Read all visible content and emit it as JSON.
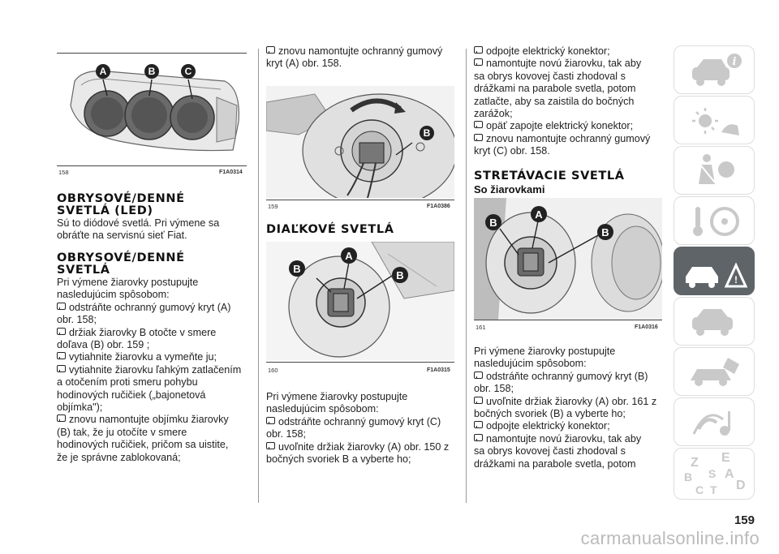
{
  "page_number": "159",
  "watermark": "carmanualsonline.info",
  "figures": {
    "f158": {
      "num": "158",
      "code": "F1A0314",
      "labels": [
        "A",
        "B",
        "C"
      ]
    },
    "f159": {
      "num": "159",
      "code": "F1A0386",
      "labels": [
        "B"
      ]
    },
    "f160": {
      "num": "160",
      "code": "F1A0315",
      "labels": [
        "B",
        "A",
        "B"
      ]
    },
    "f161": {
      "num": "161",
      "code": "F1A0316",
      "labels": [
        "B",
        "A",
        "B"
      ]
    }
  },
  "col1": {
    "h1": [
      "OBRYSOVÉ/DENNÉ",
      "SVETLÁ (LED)"
    ],
    "p1": [
      "Sú to diódové svetlá. Pri výmene sa",
      "obráťte na servisnú sieť Fiat."
    ],
    "h2": [
      "OBRYSOVÉ/DENNÉ",
      "SVETLÁ"
    ],
    "p2": [
      "Pri výmene žiarovky postupujte",
      "nasledujúcim spôsobom:"
    ],
    "b1": [
      "odstráňte ochranný gumový kryt (A)",
      "obr. 158;"
    ],
    "b2": [
      "držiak žiarovky B otočte v smere",
      "doľava (B) obr. 159 ;"
    ],
    "b3": [
      "vytiahnite žiarovku a vymeňte ju;"
    ],
    "b4": [
      "vytiahnite žiarovku ľahkým zatlačením",
      "a otočením proti smeru pohybu",
      "hodinových ručičiek („bajonetová",
      "objímka\");"
    ],
    "b5": [
      "znovu namontujte objímku žiarovky",
      "(B) tak, že ju otočíte v smere",
      "hodinových ručičiek, pričom sa uistite,",
      "že je správne zablokovaná;"
    ]
  },
  "col2": {
    "b1": [
      "znovu namontujte ochranný gumový",
      "kryt (A) obr. 158."
    ],
    "h1": "DIAĽKOVÉ SVETLÁ",
    "p1": [
      "Pri výmene žiarovky postupujte",
      "nasledujúcim spôsobom:"
    ],
    "b2": [
      "odstráňte ochranný gumový kryt (C)",
      "obr. 158;"
    ],
    "b3": [
      "uvoľnite držiak žiarovky (A) obr. 150 z",
      "bočných svoriek B a vyberte ho;"
    ]
  },
  "col3": {
    "b1": [
      "odpojte elektrický konektor;"
    ],
    "b2": [
      "namontujte novú žiarovku, tak aby",
      "sa obrys kovovej časti zhodoval s",
      "drážkami na parabole svetla, potom",
      "zatlačte, aby sa zaistila do bočných",
      "zarážok;"
    ],
    "b3": [
      "opäť zapojte elektrický konektor;"
    ],
    "b4": [
      "znovu namontujte ochranný gumový",
      "kryt (C) obr. 158."
    ],
    "h1": "STRETÁVACIE SVETLÁ",
    "h2": "So žiarovkami",
    "p1": [
      "Pri výmene žiarovky postupujte",
      "nasledujúcim spôsobom:"
    ],
    "b5": [
      "odstráňte ochranný gumový kryt (B)",
      "obr. 158;"
    ],
    "b6": [
      "uvoľnite držiak žiarovky (A) obr. 161 z",
      "bočných svoriek (B) a vyberte ho;"
    ],
    "b7": [
      "odpojte elektrický konektor;"
    ],
    "b8": [
      "namontujte novú žiarovku, tak aby",
      "sa obrys kovovej časti zhodoval s",
      "drážkami na parabole svetla, potom"
    ]
  },
  "tabs": [
    {
      "icon": "car-info-icon",
      "active": false
    },
    {
      "icon": "dashboard-lights-icon",
      "active": false
    },
    {
      "icon": "seatbelt-airbag-icon",
      "active": false
    },
    {
      "icon": "steering-key-icon",
      "active": false
    },
    {
      "icon": "breakdown-warning-icon",
      "active": true
    },
    {
      "icon": "car-maintenance-icon",
      "active": false
    },
    {
      "icon": "technical-data-icon",
      "active": false
    },
    {
      "icon": "multimedia-icon",
      "active": false
    },
    {
      "icon": "index-icon",
      "active": false
    }
  ],
  "index_tab_letters": [
    "Z",
    "E",
    "B",
    "A",
    "C",
    "T",
    "D",
    "S"
  ]
}
